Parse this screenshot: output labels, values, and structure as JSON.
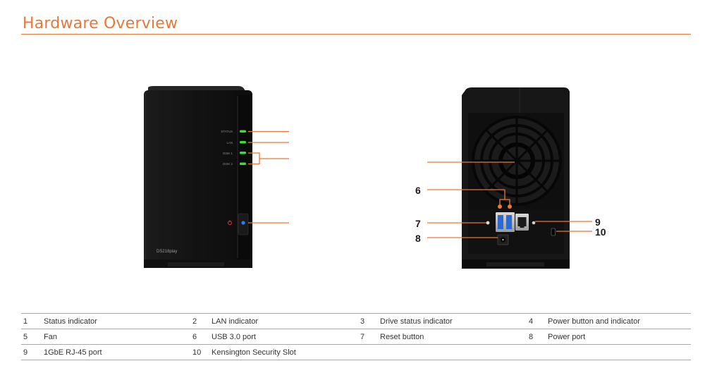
{
  "page": {
    "title": "Hardware Overview"
  },
  "front": {
    "model_label": "DS218play",
    "led_labels": [
      "STATUS",
      "LAN",
      "DISK 1",
      "DISK 2"
    ]
  },
  "callouts": {
    "n6": "6",
    "n7": "7",
    "n8": "8",
    "n9": "9",
    "n10": "10"
  },
  "parts": {
    "rows": [
      [
        {
          "num": "1",
          "label": "Status indicator"
        },
        {
          "num": "2",
          "label": "LAN indicator"
        },
        {
          "num": "3",
          "label": "Drive status indicator"
        },
        {
          "num": "4",
          "label": "Power button and indicator"
        }
      ],
      [
        {
          "num": "5",
          "label": "Fan"
        },
        {
          "num": "6",
          "label": "USB 3.0 port"
        },
        {
          "num": "7",
          "label": "Reset button"
        },
        {
          "num": "8",
          "label": "Power port"
        }
      ],
      [
        {
          "num": "9",
          "label": "1GbE RJ-45 port"
        },
        {
          "num": "10",
          "label": "Kensington Security Slot"
        },
        {
          "num": "",
          "label": ""
        },
        {
          "num": "",
          "label": ""
        }
      ]
    ]
  },
  "colors": {
    "accent": "#e8773a",
    "led_green": "#3ddc3d",
    "power_blue": "#2e7bff",
    "power_red": "#e03c3c",
    "body": "#141414"
  }
}
